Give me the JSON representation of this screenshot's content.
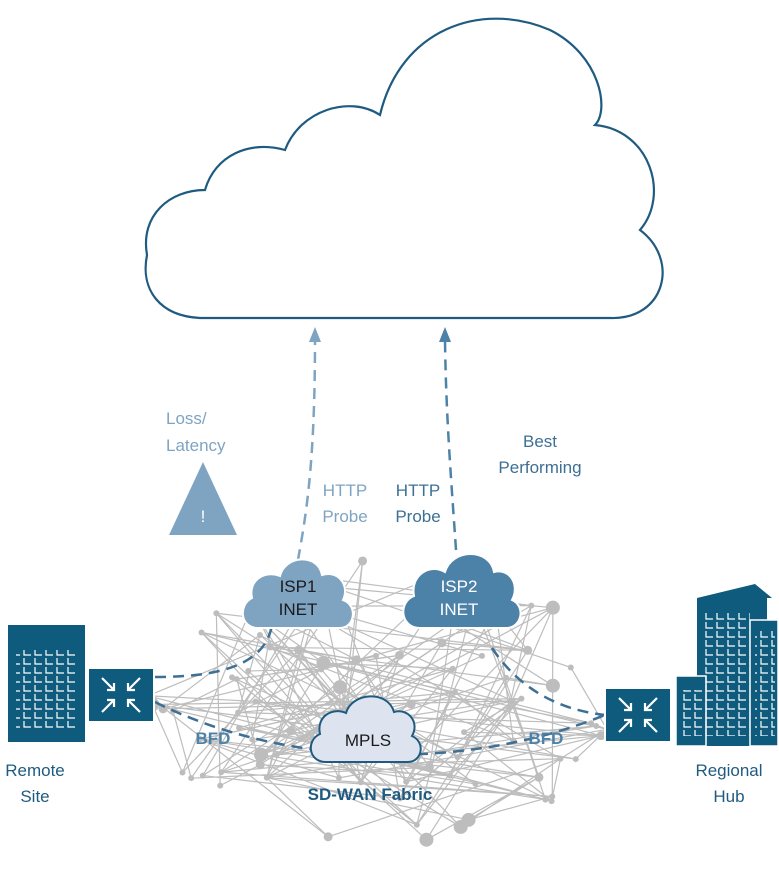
{
  "colors": {
    "outline": "#1f5b80",
    "dark_blue": "#0e5b7d",
    "isp1_fill": "#7fa4c2",
    "isp2_fill": "#4d82a8",
    "mpls_fill": "#dde4ef",
    "mesh_gray": "#bdbdbd",
    "probe_light": "#7fa4c2",
    "probe_dark": "#4d82a8"
  },
  "labels": {
    "loss": "Loss/",
    "latency": "Latency",
    "warning_symbol": "!",
    "http_probe_1_line1": "HTTP",
    "http_probe_1_line2": "Probe",
    "http_probe_2_line1": "HTTP",
    "http_probe_2_line2": "Probe",
    "best": "Best",
    "performing": "Performing",
    "isp1_line1": "ISP1",
    "isp1_line2": "INET",
    "isp2_line1": "ISP2",
    "isp2_line2": "INET",
    "mpls": "MPLS",
    "bfd_left": "BFD",
    "bfd_right": "BFD",
    "fabric": "SD-WAN Fabric",
    "remote_line1": "Remote",
    "remote_line2": "Site",
    "regional_line1": "Regional",
    "regional_line2": "Hub"
  },
  "icons": {
    "internet_cloud": "cloud-outline-icon",
    "remote_building": "office-building-icon",
    "hub_building": "office-building-cluster-icon",
    "router": "router-icon",
    "warning": "warning-triangle-icon"
  }
}
